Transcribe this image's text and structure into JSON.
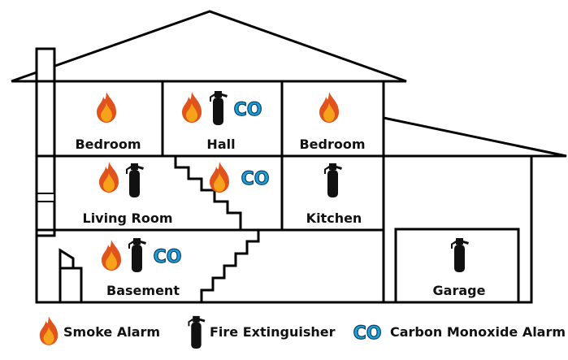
{
  "colors": {
    "line": "#000000",
    "flame_outer": "#e0531c",
    "flame_inner": "#f7a21b",
    "co_blue": "#1aa3d9",
    "extinguisher": "#111111"
  },
  "rooms": {
    "bedroom_left": "Bedroom",
    "hall": "Hall",
    "bedroom_right": "Bedroom",
    "living_room": "Living Room",
    "kitchen": "Kitchen",
    "basement": "Basement",
    "garage": "Garage"
  },
  "co_badge_text": "CO",
  "legend": {
    "smoke_alarm": "Smoke Alarm",
    "fire_extinguisher": "Fire Extinguisher",
    "co_alarm": "Carbon Monoxide Alarm"
  },
  "icons": {
    "smoke_alarm": "flame-icon",
    "fire_extinguisher": "fire-extinguisher-icon",
    "co_alarm": "co-badge-icon"
  }
}
